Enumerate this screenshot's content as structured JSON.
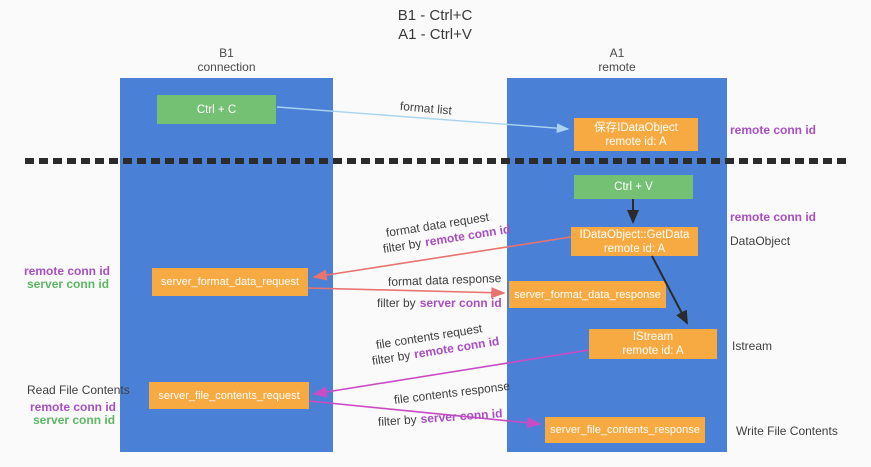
{
  "title": {
    "line1": "B1 - Ctrl+C",
    "line2": "A1 - Ctrl+V"
  },
  "lanes": {
    "left": {
      "name": "B1",
      "role": "connection"
    },
    "right": {
      "name": "A1",
      "role": "remote"
    }
  },
  "nodes": {
    "ctrl_c": "Ctrl + C",
    "ctrl_v": "Ctrl + V",
    "save_dataobject_line1": "保存IDataObject",
    "save_dataobject_line2": "remote id: A",
    "getdata_line1": "IDataObject::GetData",
    "getdata_line2": "remote id: A",
    "format_request": "server_format_data_request",
    "format_response": "server_format_data_response",
    "istream_line1": "IStream",
    "istream_line2": "remote id: A",
    "file_request": "server_file_contents_request",
    "file_response": "server_file_contents_response"
  },
  "labels": {
    "format_list": "format list",
    "format_data_request": "format data request",
    "format_data_response": "format data response",
    "file_contents_request": "file contents request",
    "file_contents_response": "file contents response",
    "filter_by": "filter by",
    "remote_conn_id": "remote conn id",
    "server_conn_id": "server conn id",
    "dataobject": "DataObject",
    "istream": "Istream",
    "read_file_contents": "Read File Contents",
    "write_file_contents": "Write File Contents"
  },
  "colors": {
    "lane_blue": "#4a80d6",
    "box_orange": "#f8aa42",
    "box_green": "#74c173",
    "arrow_light_blue": "#a9d4ef",
    "arrow_red": "#e8736f",
    "arrow_magenta": "#ca4cc5",
    "arrow_black": "#2b2b2b",
    "text_purple": "#a94fc2",
    "text_green": "#5cb763"
  }
}
